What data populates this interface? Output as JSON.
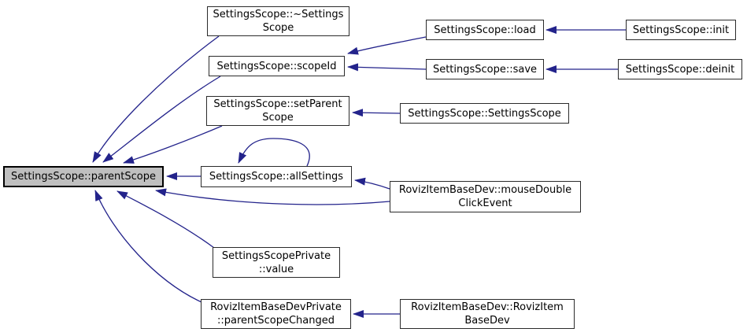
{
  "diagram": {
    "kind": "caller-graph",
    "colors": {
      "background": "#ffffff",
      "edge": "#23238b",
      "node_border": "#2b2b2b",
      "highlight_fill": "#bfbfbf",
      "highlight_border": "#000000"
    },
    "nodes": {
      "parent_scope": {
        "label": "SettingsScope::parentScope",
        "highlighted": true
      },
      "dtor": {
        "label": "SettingsScope::~Settings\nScope"
      },
      "scope_id": {
        "label": "SettingsScope::scopeId"
      },
      "set_parent_scope": {
        "label": "SettingsScope::setParent\nScope"
      },
      "all_settings": {
        "label": "SettingsScope::allSettings"
      },
      "load": {
        "label": "SettingsScope::load"
      },
      "init": {
        "label": "SettingsScope::init"
      },
      "save": {
        "label": "SettingsScope::save"
      },
      "deinit": {
        "label": "SettingsScope::deinit"
      },
      "ctor": {
        "label": "SettingsScope::SettingsScope"
      },
      "mouse_double_click": {
        "label": "RovizItemBaseDev::mouseDouble\nClickEvent"
      },
      "value": {
        "label": "SettingsScopePrivate\n::value"
      },
      "parent_scope_changed": {
        "label": "RovizItemBaseDevPrivate\n::parentScopeChanged"
      },
      "roviz_ctor": {
        "label": "RovizItemBaseDev::RovizItem\nBaseDev"
      }
    },
    "edges": [
      {
        "from": "dtor",
        "to": "parent_scope"
      },
      {
        "from": "scope_id",
        "to": "parent_scope"
      },
      {
        "from": "set_parent_scope",
        "to": "parent_scope"
      },
      {
        "from": "all_settings",
        "to": "parent_scope"
      },
      {
        "from": "value",
        "to": "parent_scope"
      },
      {
        "from": "parent_scope_changed",
        "to": "parent_scope"
      },
      {
        "from": "mouse_double_click",
        "to": "parent_scope"
      },
      {
        "from": "mouse_double_click",
        "to": "all_settings"
      },
      {
        "from": "all_settings",
        "to": "all_settings"
      },
      {
        "from": "load",
        "to": "scope_id"
      },
      {
        "from": "save",
        "to": "scope_id"
      },
      {
        "from": "ctor",
        "to": "set_parent_scope"
      },
      {
        "from": "init",
        "to": "load"
      },
      {
        "from": "deinit",
        "to": "save"
      },
      {
        "from": "roviz_ctor",
        "to": "parent_scope_changed"
      }
    ]
  }
}
